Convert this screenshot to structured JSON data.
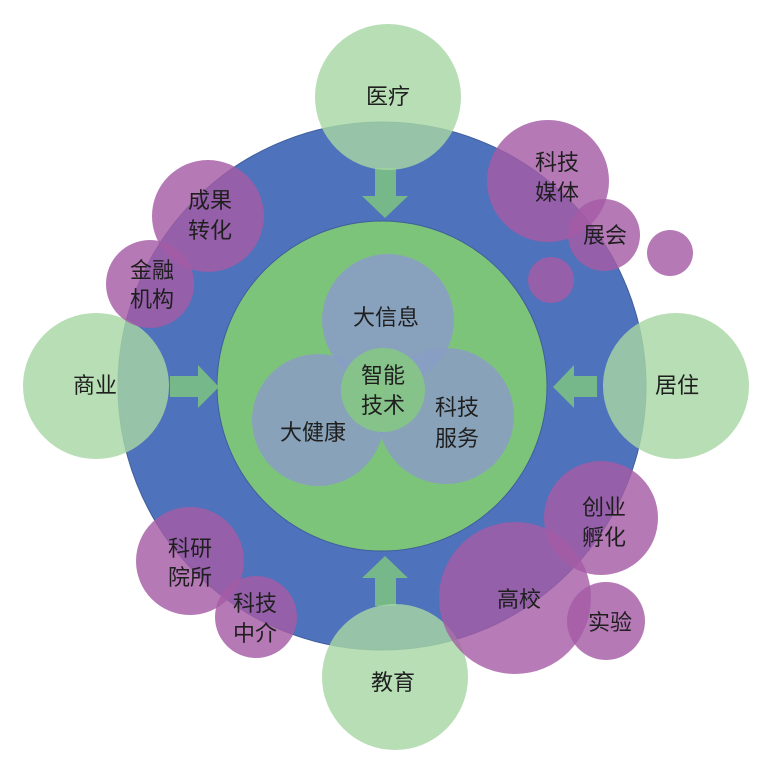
{
  "colors": {
    "outer_ring": "#4e72bb",
    "inner_disc": "#7dc47b",
    "core_venn": "#8a9ec4",
    "core_center": "#86c585",
    "sector_bubble": "#a7d7a4",
    "service_bubble": "#a55ba5",
    "arrow": "#76b889"
  },
  "core": {
    "top": "大信息",
    "left": "大健康",
    "right_line1": "科技",
    "right_line2": "服务",
    "center_line1": "智能",
    "center_line2": "技术"
  },
  "sectors": {
    "top": "医疗",
    "left": "商业",
    "right": "居住",
    "bottom": "教育"
  },
  "services": {
    "achievement_line1": "成果",
    "achievement_line2": "转化",
    "finance_line1": "金融",
    "finance_line2": "机构",
    "media_line1": "科技",
    "media_line2": "媒体",
    "expo": "展会",
    "incubation_line1": "创业",
    "incubation_line2": "孵化",
    "university": "高校",
    "lab": "实验",
    "research_line1": "科研",
    "research_line2": "院所",
    "agency_line1": "科技",
    "agency_line2": "中介"
  }
}
